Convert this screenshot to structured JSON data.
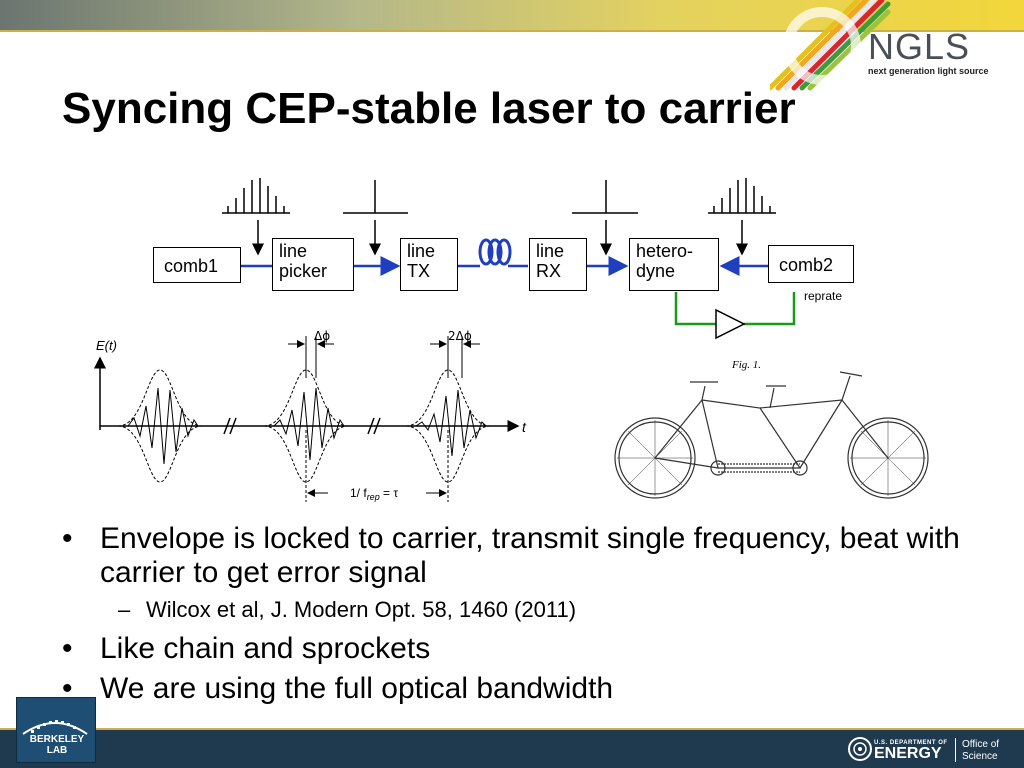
{
  "slide": {
    "title": "Syncing CEP-stable laser to carrier"
  },
  "logo": {
    "name": "NGLS",
    "subtitle": "next generation light source"
  },
  "diagram": {
    "boxes": [
      {
        "lines": [
          "comb1"
        ]
      },
      {
        "lines": [
          "line",
          "picker"
        ]
      },
      {
        "lines": [
          "line",
          "TX"
        ]
      },
      {
        "lines": [
          "line",
          "RX"
        ]
      },
      {
        "lines": [
          "hetero-",
          "dyne"
        ]
      },
      {
        "lines": [
          "comb2"
        ]
      }
    ],
    "reprate_label": "reprate",
    "colors": {
      "link": "#1f3fbf",
      "feedback": "#1a9a1a",
      "box_border": "#000000"
    }
  },
  "waveform": {
    "axis_y_label": "E(t)",
    "axis_x_label": "t",
    "phase_label_1": "Δϕ",
    "phase_label_2": "2Δϕ",
    "period_label": "1/ f",
    "period_sub": "rep",
    "period_eq": " = τ"
  },
  "bike": {
    "figure_label": "Fig. 1."
  },
  "bullets": {
    "items": [
      {
        "text": "Envelope is locked to carrier, transmit single frequency, beat with carrier to get error signal"
      },
      {
        "text": "Like chain and sprockets"
      },
      {
        "text": "We are using the full optical bandwidth"
      }
    ],
    "sub_item": "Wilcox et al, J. Modern Opt. 58, 1460 (2011)"
  },
  "footer": {
    "berkeley_lab": "BERKELEY LAB",
    "doe_small": "U.S. DEPARTMENT OF",
    "doe_energy": "ENERGY",
    "office_line1": "Office of",
    "office_line2": "Science"
  }
}
